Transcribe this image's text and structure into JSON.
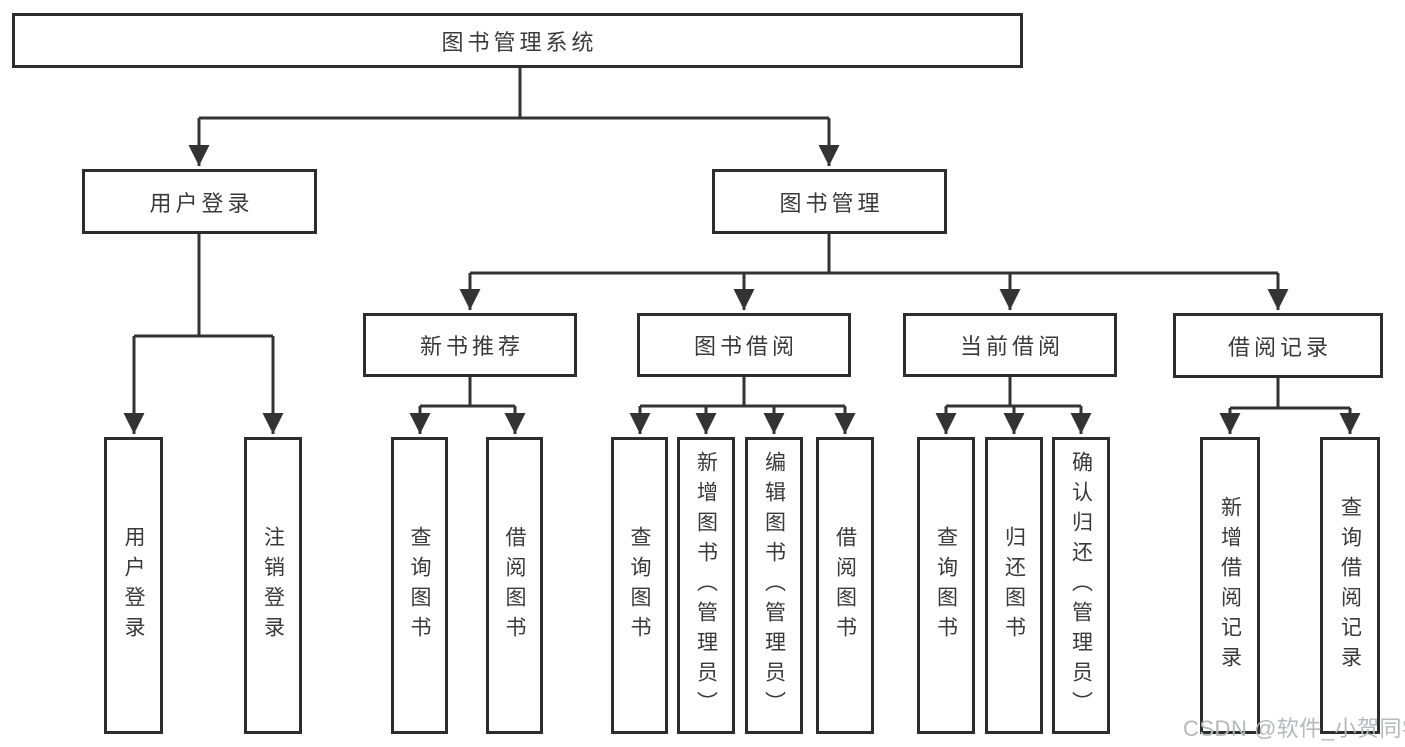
{
  "tree": {
    "root": "图书管理系统",
    "branches": {
      "user_login": "用户登录",
      "book_management": "图书管理"
    },
    "modules": {
      "new_book_recommend": "新书推荐",
      "book_borrow": "图书借阅",
      "current_borrow": "当前借阅",
      "borrow_record": "借阅记录"
    },
    "leaves": {
      "user_login": "用户登录",
      "logout": "注销登录",
      "nb_query_book": "查询图书",
      "nb_borrow_book": "借阅图书",
      "bb_query_book": "查询图书",
      "bb_add_book": "新增图书（管理员）",
      "bb_edit_book": "编辑图书（管理员）",
      "bb_borrow_book": "借阅图书",
      "cb_query_book": "查询图书",
      "cb_return_book": "归还图书",
      "cb_confirm_return": "确认归还（管理员）",
      "br_add_record": "新增借阅记录",
      "br_query_record": "查询借阅记录"
    }
  },
  "watermark": "CSDN @软件_小贺同学",
  "colors": {
    "line": "#333333",
    "border": "#2d2d2d",
    "text": "#3a3a3a",
    "watermark": "#b5b8bc",
    "background": "#ffffff"
  }
}
